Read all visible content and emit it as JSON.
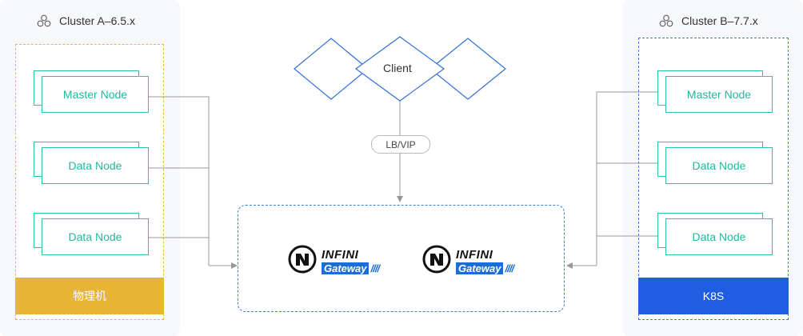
{
  "clusters": {
    "a": {
      "title": "Cluster A–6.5.x",
      "nodes": [
        "Master Node",
        "Data Node",
        "Data Node"
      ],
      "footer": "物理机",
      "footer_color": "#e6b533",
      "frame_color": "#f0b14a"
    },
    "b": {
      "title": "Cluster B–7.7.x",
      "nodes": [
        "Master Node",
        "Data Node",
        "Data Node"
      ],
      "footer": "K8S",
      "footer_color": "#1f5ee0",
      "frame_color": "#3b7be0"
    }
  },
  "client": {
    "label": "Client"
  },
  "lb": {
    "label": "LB/VIP"
  },
  "gateway": {
    "logos": [
      {
        "brand": "INFINI",
        "product": "Gateway",
        "stripes": "////"
      },
      {
        "brand": "INFINI",
        "product": "Gateway",
        "stripes": "////"
      }
    ]
  },
  "colors": {
    "node_border": "#2bc3a8",
    "node_text": "#1fb8a0",
    "connector": "#999999",
    "gateway_border": "#3f7fd0",
    "client_border": "#2f6fd8"
  },
  "icons": {
    "cluster": "cluster-icon",
    "logo_mark": "infini-logo-mark-icon"
  }
}
